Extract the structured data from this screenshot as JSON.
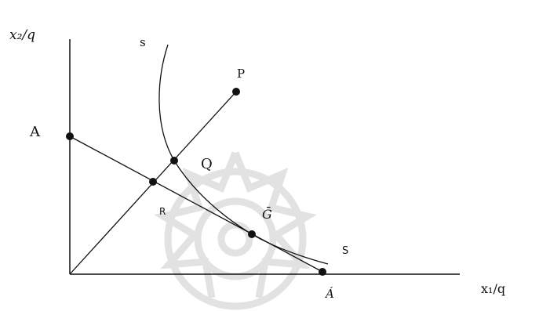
{
  "diagram": {
    "axes": {
      "y_label": "x₂/q",
      "x_label": "x₁/q"
    },
    "points": {
      "A": "A",
      "A_prime": "Á",
      "P": "P",
      "Q": "Q",
      "Q_prime": "Ḡ",
      "R": "R"
    },
    "curve_labels": {
      "s_top": "s",
      "S_bottom": "S"
    },
    "colors": {
      "ink": "#111111",
      "watermark": "#d6d6d6"
    }
  }
}
